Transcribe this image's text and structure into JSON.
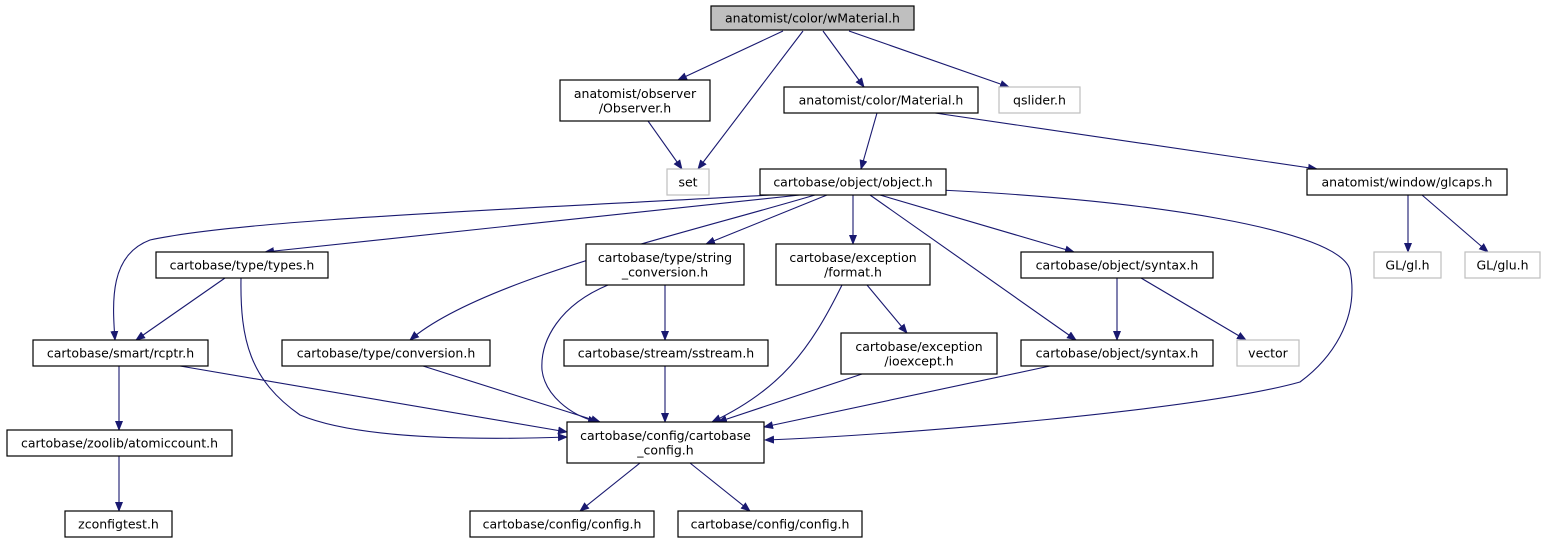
{
  "colors": {
    "edge": "#191970",
    "node_border": "#000000",
    "external_border": "#bfbfbf",
    "root_fill": "#bfbfbf",
    "node_fill": "#ffffff",
    "text": "#000000"
  },
  "nodes": [
    {
      "id": "root",
      "lines": [
        "anatomist/color/wMaterial.h"
      ],
      "style": "root"
    },
    {
      "id": "observer",
      "lines": [
        "anatomist/observer",
        "/Observer.h"
      ],
      "style": "normal"
    },
    {
      "id": "material",
      "lines": [
        "anatomist/color/Material.h"
      ],
      "style": "normal"
    },
    {
      "id": "qslider",
      "lines": [
        "qslider.h"
      ],
      "style": "external"
    },
    {
      "id": "set",
      "lines": [
        "set"
      ],
      "style": "external"
    },
    {
      "id": "object",
      "lines": [
        "cartobase/object/object.h"
      ],
      "style": "normal"
    },
    {
      "id": "glcaps",
      "lines": [
        "anatomist/window/glcaps.h"
      ],
      "style": "normal"
    },
    {
      "id": "types",
      "lines": [
        "cartobase/type/types.h"
      ],
      "style": "normal"
    },
    {
      "id": "strconv",
      "lines": [
        "cartobase/type/string",
        "_conversion.h"
      ],
      "style": "normal"
    },
    {
      "id": "format",
      "lines": [
        "cartobase/exception",
        "/format.h"
      ],
      "style": "normal"
    },
    {
      "id": "syntax1",
      "lines": [
        "cartobase/object/syntax.h"
      ],
      "style": "normal"
    },
    {
      "id": "gl",
      "lines": [
        "GL/gl.h"
      ],
      "style": "external"
    },
    {
      "id": "glu",
      "lines": [
        "GL/glu.h"
      ],
      "style": "external"
    },
    {
      "id": "rcptr",
      "lines": [
        "cartobase/smart/rcptr.h"
      ],
      "style": "normal"
    },
    {
      "id": "conversion",
      "lines": [
        "cartobase/type/conversion.h"
      ],
      "style": "normal"
    },
    {
      "id": "sstream",
      "lines": [
        "cartobase/stream/sstream.h"
      ],
      "style": "normal"
    },
    {
      "id": "ioexcept",
      "lines": [
        "cartobase/exception",
        "/ioexcept.h"
      ],
      "style": "normal"
    },
    {
      "id": "syntax2",
      "lines": [
        "cartobase/object/syntax.h"
      ],
      "style": "normal"
    },
    {
      "id": "vector",
      "lines": [
        "vector"
      ],
      "style": "external"
    },
    {
      "id": "atomic",
      "lines": [
        "cartobase/zoolib/atomiccount.h"
      ],
      "style": "normal"
    },
    {
      "id": "cbconfig",
      "lines": [
        "cartobase/config/cartobase",
        "_config.h"
      ],
      "style": "normal"
    },
    {
      "id": "zconfig",
      "lines": [
        "zconfigtest.h"
      ],
      "style": "normal"
    },
    {
      "id": "config1",
      "lines": [
        "cartobase/config/config.h"
      ],
      "style": "normal"
    },
    {
      "id": "config2",
      "lines": [
        "cartobase/config/config.h"
      ],
      "style": "normal"
    }
  ],
  "edges": [
    {
      "from": "root",
      "to": "observer"
    },
    {
      "from": "root",
      "to": "set"
    },
    {
      "from": "root",
      "to": "material"
    },
    {
      "from": "root",
      "to": "qslider"
    },
    {
      "from": "observer",
      "to": "set"
    },
    {
      "from": "material",
      "to": "object"
    },
    {
      "from": "material",
      "to": "glcaps"
    },
    {
      "from": "glcaps",
      "to": "gl"
    },
    {
      "from": "glcaps",
      "to": "glu"
    },
    {
      "from": "object",
      "to": "rcptr"
    },
    {
      "from": "object",
      "to": "types"
    },
    {
      "from": "object",
      "to": "conversion"
    },
    {
      "from": "object",
      "to": "strconv"
    },
    {
      "from": "object",
      "to": "format"
    },
    {
      "from": "object",
      "to": "syntax1"
    },
    {
      "from": "object",
      "to": "syntax2"
    },
    {
      "from": "object",
      "to": "cbconfig"
    },
    {
      "from": "types",
      "to": "rcptr"
    },
    {
      "from": "types",
      "to": "cbconfig"
    },
    {
      "from": "strconv",
      "to": "sstream"
    },
    {
      "from": "strconv",
      "to": "cbconfig"
    },
    {
      "from": "format",
      "to": "ioexcept"
    },
    {
      "from": "format",
      "to": "cbconfig"
    },
    {
      "from": "syntax1",
      "to": "syntax2"
    },
    {
      "from": "syntax1",
      "to": "vector"
    },
    {
      "from": "rcptr",
      "to": "atomic"
    },
    {
      "from": "rcptr",
      "to": "cbconfig"
    },
    {
      "from": "conversion",
      "to": "cbconfig"
    },
    {
      "from": "sstream",
      "to": "cbconfig"
    },
    {
      "from": "ioexcept",
      "to": "cbconfig"
    },
    {
      "from": "syntax2",
      "to": "cbconfig"
    },
    {
      "from": "atomic",
      "to": "zconfig"
    },
    {
      "from": "cbconfig",
      "to": "config1"
    },
    {
      "from": "cbconfig",
      "to": "config2"
    }
  ]
}
